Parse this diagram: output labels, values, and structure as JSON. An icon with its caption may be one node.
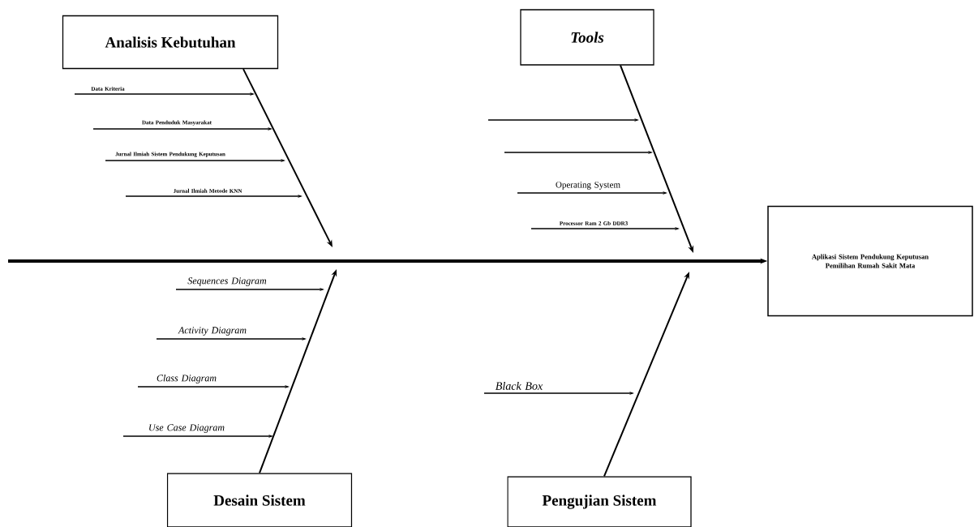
{
  "diagram": {
    "nodes": [
      {
        "text": [
          "Analisis Kebutuhan"
        ]
      },
      {
        "text": [
          "*Tools*"
        ]
      },
      {
        "text": [
          "Desain Sistem"
        ]
      },
      {
        "text": [
          "Pengujian Sistem"
        ]
      },
      {
        "text": [
          "Aplikasi Sistem Pendukung Keputusan Pemilihan Rumah Sakit Mata"
        ]
      },
      {
        "text": [
          "Data Kriteria"
        ]
      },
      {
        "text": [
          "Data Penduduk Masyarakat"
        ]
      },
      {
        "text": [
          "Jurnal Ilmiah Sistem Pendukung Keputusan"
        ]
      },
      {
        "text": [
          "Jurnal Ilmiah Metode KNN"
        ]
      },
      {
        "text": [
          "Operating System"
        ]
      },
      {
        "text": [
          "Processor Ram 2 Gb DDR3"
        ]
      },
      {
        "text": [
          "Sequences Diagram"
        ]
      },
      {
        "text": [
          "Activity Diagram"
        ]
      },
      {
        "text": [
          "Class Diagram"
        ]
      },
      {
        "text": [
          "Use Case Diagram"
        ]
      },
      {
        "text": [
          "Black Box"
        ]
      }
    ],
    "edges": [
      {
        "from": 0,
        "to": null,
        "arrow": "to"
      },
      {
        "from": 1,
        "to": null,
        "arrow": "to"
      },
      {
        "from": 2,
        "to": null,
        "arrow": "to"
      },
      {
        "from": 3,
        "to": null,
        "arrow": "to"
      },
      {
        "from": null,
        "to": 4,
        "arrow": "to",
        "style": "thick"
      },
      {
        "from": 5,
        "to": null,
        "arrow": "to"
      },
      {
        "from": 6,
        "to": null,
        "arrow": "to"
      },
      {
        "from": 7,
        "to": null,
        "arrow": "to"
      },
      {
        "from": 8,
        "to": null,
        "arrow": "to"
      },
      {
        "from": 9,
        "to": null,
        "arrow": "to"
      },
      {
        "from": 10,
        "to": null,
        "arrow": "to"
      },
      {
        "from": 11,
        "to": null,
        "arrow": "to"
      },
      {
        "from": 12,
        "to": null,
        "arrow": "to"
      },
      {
        "from": 13,
        "to": null,
        "arrow": "to"
      },
      {
        "from": 14,
        "to": null,
        "arrow": "to"
      },
      {
        "from": 15,
        "to": null,
        "arrow": "to"
      }
    ]
  }
}
